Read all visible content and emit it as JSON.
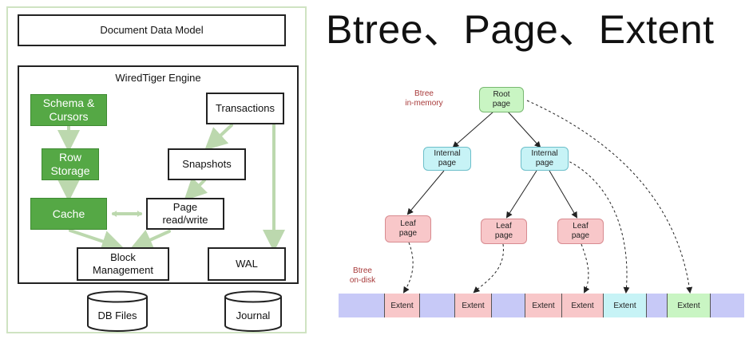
{
  "left": {
    "document_model": "Document Data Model",
    "engine_title": "WiredTiger Engine",
    "schema_cursors": "Schema &\nCursors",
    "row_storage": "Row\nStorage",
    "cache": "Cache",
    "transactions": "Transactions",
    "snapshots": "Snapshots",
    "page_rw": "Page\nread/write",
    "block_mgmt": "Block\nManagement",
    "wal": "WAL",
    "db_files": "DB Files",
    "journal": "Journal"
  },
  "right": {
    "title": "Btree、Page、Extent",
    "in_memory_label": "Btree\nin-memory",
    "on_disk_label": "Btree\non-disk",
    "root": "Root\npage",
    "internal_1": "Internal\npage",
    "internal_2": "Internal\npage",
    "leaf_1": "Leaf\npage",
    "leaf_2": "Leaf\npage",
    "leaf_3": "Leaf\npage",
    "extent_label": "Extent"
  },
  "colors": {
    "green_box": "#55a845",
    "green_node": "#c9f5c3",
    "cyan_node": "#c7f3f6",
    "pink_node": "#f8c7c9",
    "lavender_cell": "#c7c9f7",
    "note_red": "#a83a3a"
  }
}
